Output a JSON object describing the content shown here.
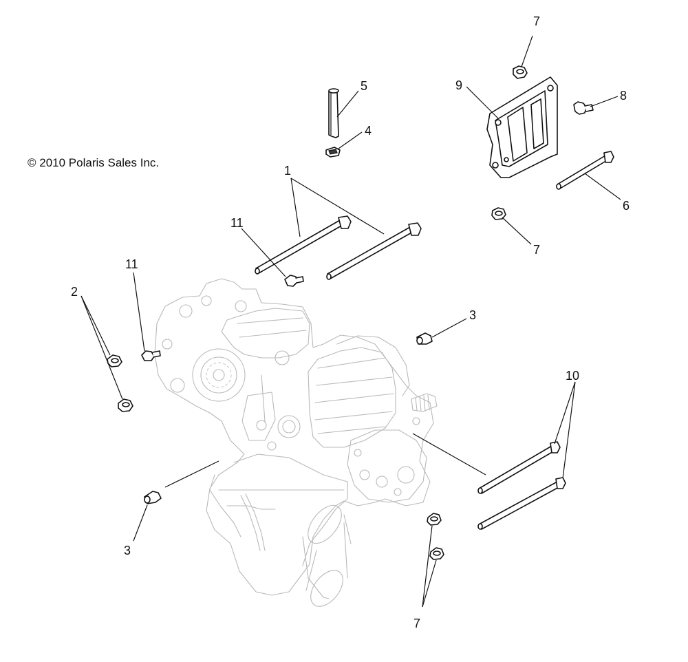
{
  "diagram": {
    "copyright": "© 2010 Polaris Sales Inc.",
    "callouts": [
      "7",
      "5",
      "9",
      "8",
      "4",
      "1",
      "6",
      "11",
      "7",
      "11",
      "3",
      "2",
      "10",
      "3",
      "7"
    ]
  }
}
